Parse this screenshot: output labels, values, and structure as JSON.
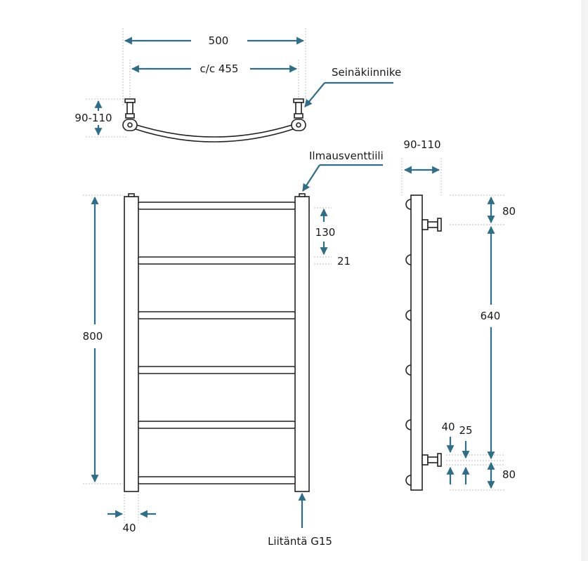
{
  "labels": {
    "width": "500",
    "center_distance": "c/c 455",
    "wall_bracket": "Seinäkiinnike",
    "bracket_depth_top": "90-110",
    "air_vent": "Ilmausventtiili",
    "bracket_depth_side": "90-110",
    "height": "800",
    "top_gap": "130",
    "bar_spacing": "21",
    "post_width": "40",
    "connection": "Liitäntä G15",
    "side_top": "80",
    "side_middle": "640",
    "side_bottom": "80",
    "side_40": "40",
    "side_25": "25"
  },
  "colors": {
    "dimension_arrow": "#2f6e88",
    "outline": "#222222"
  }
}
